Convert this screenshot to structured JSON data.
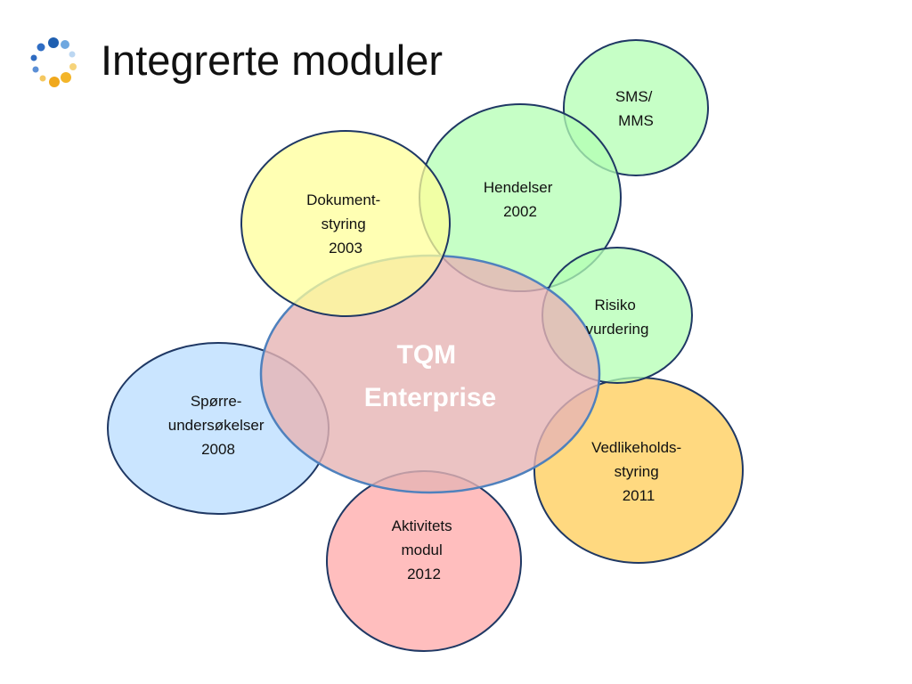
{
  "slide": {
    "title": "Integrerte moduler",
    "logo_icon": "dotted-ring-logo-icon"
  },
  "diagram": {
    "center": {
      "lines": [
        "TQM",
        "Enterprise"
      ],
      "color": "#e6b4b4",
      "stroke": "#4f81bd"
    },
    "modules": [
      {
        "id": "dokumentstyring",
        "lines": [
          "Dokument-",
          "styring",
          "2003"
        ],
        "color": "#ffff99",
        "stroke": "#1f3864"
      },
      {
        "id": "hendelser",
        "lines": [
          "Hendelser",
          "2002"
        ],
        "color": "#b3ffb3",
        "stroke": "#1f3864"
      },
      {
        "id": "sms-mms",
        "lines": [
          "SMS/",
          "MMS"
        ],
        "color": "#b3ffb3",
        "stroke": "#1f3864"
      },
      {
        "id": "risikovurdering",
        "lines": [
          "Risiko",
          "vurdering"
        ],
        "color": "#b3ffb3",
        "stroke": "#1f3864"
      },
      {
        "id": "sporreundersokelser",
        "lines": [
          "Spørre-",
          "undersøkelser",
          "2008"
        ],
        "color": "#b8dcff",
        "stroke": "#1f3864"
      },
      {
        "id": "vedlikeholdsstyring",
        "lines": [
          "Vedlikeholds-",
          "styring",
          "2011"
        ],
        "color": "#ffcc55",
        "stroke": "#1f3864"
      },
      {
        "id": "aktivitetsmodul",
        "lines": [
          "Aktivitets",
          "modul",
          "2012"
        ],
        "color": "#ffa8a8",
        "stroke": "#1f3864"
      }
    ]
  }
}
